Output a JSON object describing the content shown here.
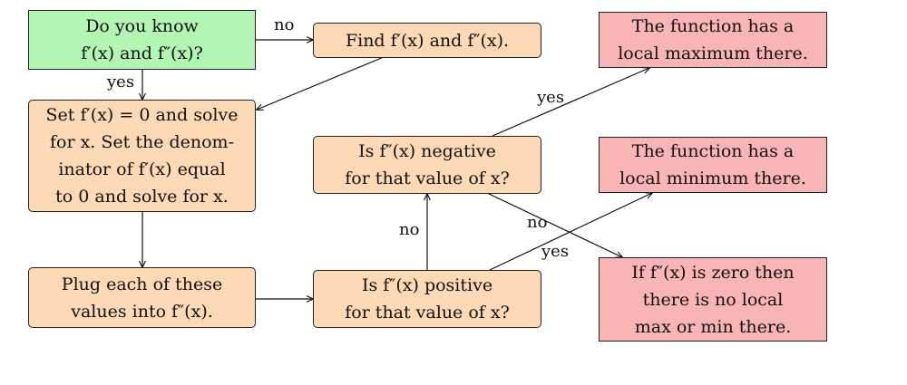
{
  "nodes": {
    "start": {
      "lines": [
        "Do you know",
        "f′(x) and f″(x)?"
      ],
      "fill": "#b3f5b3"
    },
    "find": {
      "lines": [
        "Find f′(x) and f″(x)."
      ],
      "fill": "#fdd9b5"
    },
    "solve": {
      "lines": [
        "Set f′(x) = 0 and solve",
        "for x. Set the denom-",
        "inator of f′(x) equal",
        "to 0 and solve for x."
      ],
      "fill": "#fdd9b5"
    },
    "plug": {
      "lines": [
        "Plug each of these",
        "values into f″(x)."
      ],
      "fill": "#fdd9b5"
    },
    "negative": {
      "lines": [
        "Is f″(x) negative",
        "for that value of x?"
      ],
      "fill": "#fdd9b5"
    },
    "positive": {
      "lines": [
        "Is f″(x) positive",
        "for that value of x?"
      ],
      "fill": "#fdd9b5"
    },
    "local_max": {
      "lines": [
        "The function has a",
        "local maximum there."
      ],
      "fill": "#f9b4b6"
    },
    "local_min": {
      "lines": [
        "The function has a",
        "local minimum there."
      ],
      "fill": "#f9b4b6"
    },
    "zero": {
      "lines": [
        "If f″(x) is zero then",
        "there is no local",
        "max or min there."
      ],
      "fill": "#f9b4b6"
    }
  },
  "edges": {
    "start_find": "no",
    "start_solve": "yes",
    "negative_max": "yes",
    "positive_negative": "no",
    "negative_zero": "no",
    "positive_min": "yes"
  }
}
